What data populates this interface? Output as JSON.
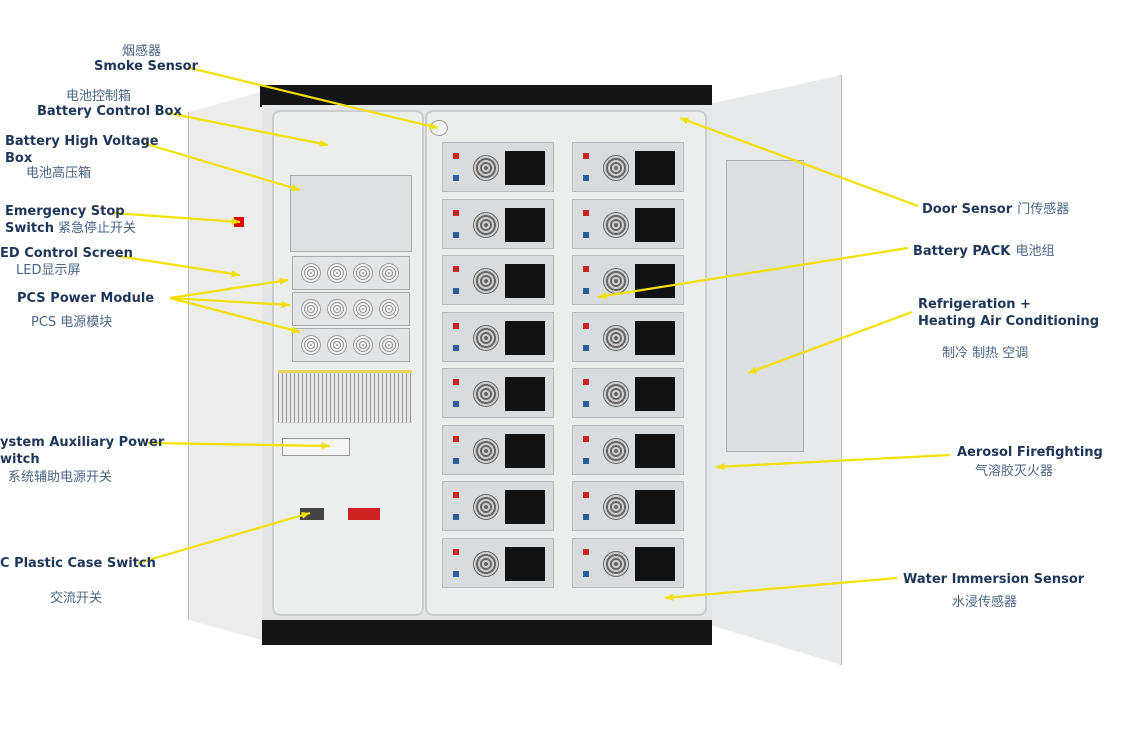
{
  "labels": {
    "smoke_sensor": {
      "cn": "烟感器",
      "en": "Smoke Sensor"
    },
    "battery_control_box": {
      "cn": "电池控制箱",
      "en": "Battery Control Box"
    },
    "battery_hv_box": {
      "en1": "Battery High Voltage",
      "en2": "Box",
      "cn": "电池高压箱"
    },
    "emergency_stop": {
      "en1": "Emergency Stop",
      "en2": "Switch",
      "cn": "紧急停止开关"
    },
    "led_screen": {
      "en": "ED Control Screen",
      "cn": "LED显示屏"
    },
    "pcs_module": {
      "en": "PCS Power Module",
      "cn": "PCS 电源模块"
    },
    "aux_power": {
      "en1": "ystem Auxiliary Power",
      "en2": "witch",
      "cn": "系统辅助电源开关"
    },
    "ac_switch": {
      "en": "C Plastic Case Switch",
      "cn": "交流开关"
    },
    "door_sensor": {
      "en": "Door Sensor",
      "cn": "门传感器"
    },
    "battery_pack": {
      "en": "Battery PACK",
      "cn": "电池组"
    },
    "air_conditioning": {
      "en1": "Refrigeration +",
      "en2": "Heating Air Conditioning",
      "cn": "制冷 制热 空调"
    },
    "aerosol": {
      "en": "Aerosol Firefighting",
      "cn": "气溶胶灭火器"
    },
    "water_sensor": {
      "en": "Water Immersion Sensor",
      "cn": "水浸传感器"
    }
  },
  "colors": {
    "leader_line": "#f2e000",
    "label_text": "#1e3658",
    "cabinet_frame": "#111111"
  }
}
